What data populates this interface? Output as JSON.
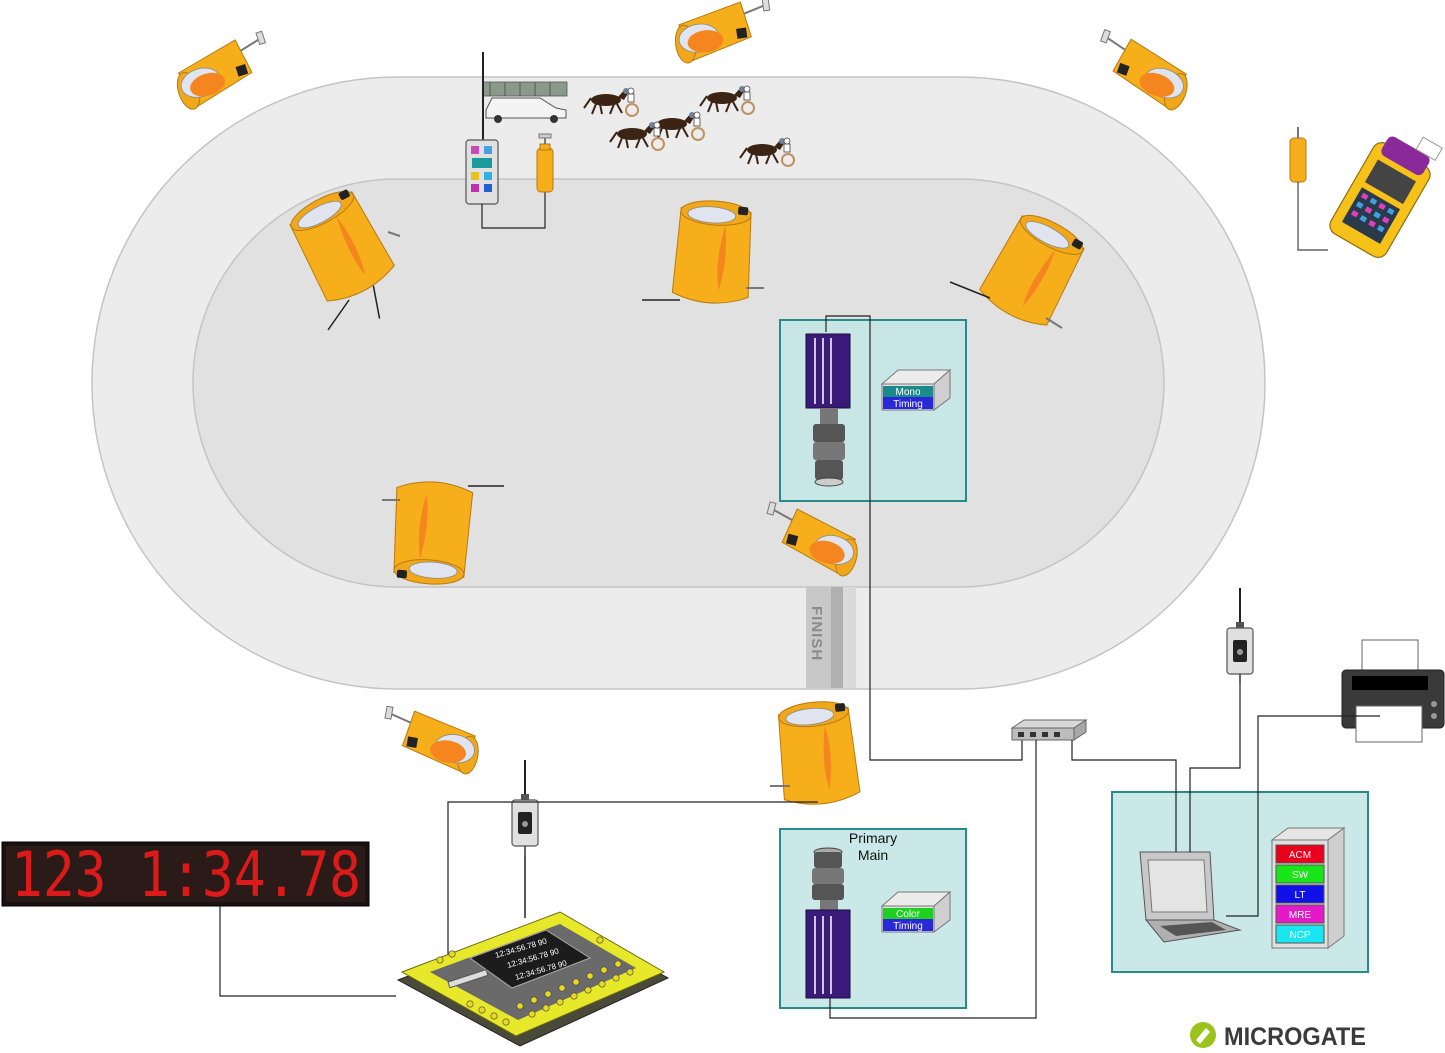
{
  "track": {
    "finish_label": "FINISH"
  },
  "mono_camera": {
    "badge_line1": "Mono",
    "badge_line2": "Timing"
  },
  "primary_camera": {
    "title_line1": "Primary",
    "title_line2": "Main",
    "badge_line1": "Color",
    "badge_line2": "Timing"
  },
  "scoreboard": {
    "display_text": "123 1:34.78",
    "led_color": "#dd1a1a"
  },
  "timer_console": {
    "screen_lines": [
      "12:34:56.78 90",
      "12:34:56.78 90",
      "12:34:56.78 90"
    ]
  },
  "server_stack": {
    "modules": [
      {
        "label": "ACM",
        "color": "#e8001c"
      },
      {
        "label": "SW",
        "color": "#19e619"
      },
      {
        "label": "LT",
        "color": "#1010e8"
      },
      {
        "label": "MRE",
        "color": "#e619c8"
      },
      {
        "label": "NCP",
        "color": "#19e6f0"
      }
    ]
  },
  "brand": {
    "name": "MICROGATE",
    "logo_color": "#9bc31c"
  },
  "colors": {
    "cabinet_fill": "#c5e6e6",
    "cabinet_border": "#2a8a8a",
    "camera_orange": "#f6ae1a",
    "camera_inner": "#f58a1e",
    "track_outer": "#ececec",
    "track_inner": "#e1e1e1"
  },
  "icons": {
    "timing_camera": "cylinder-camera-icon",
    "radio_transmitter": "radio-icon",
    "network_switch": "switch-icon",
    "printer": "printer-icon",
    "laptop": "laptop-icon",
    "handheld": "handheld-terminal-icon",
    "horse": "horse-sulky-icon",
    "starting_car": "starting-gate-car-icon"
  }
}
